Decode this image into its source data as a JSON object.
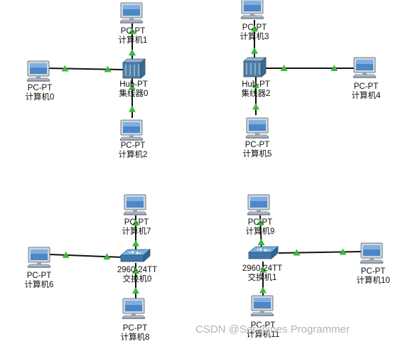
{
  "topology": {
    "devices": [
      {
        "id": "pc0",
        "type": "pc",
        "model": "PC-PT",
        "name": "计算机0"
      },
      {
        "id": "pc1",
        "type": "pc",
        "model": "PC-PT",
        "name": "计算机1"
      },
      {
        "id": "pc2",
        "type": "pc",
        "model": "PC-PT",
        "name": "计算机2"
      },
      {
        "id": "hub0",
        "type": "hub",
        "model": "Hub-PT",
        "name": "集线器0"
      },
      {
        "id": "pc3",
        "type": "pc",
        "model": "PC-PT",
        "name": "计算机3"
      },
      {
        "id": "pc4",
        "type": "pc",
        "model": "PC-PT",
        "name": "计算机4"
      },
      {
        "id": "pc5",
        "type": "pc",
        "model": "PC-PT",
        "name": "计算机5"
      },
      {
        "id": "hub2",
        "type": "hub",
        "model": "Hub-PT",
        "name": "集线器2"
      },
      {
        "id": "pc6",
        "type": "pc",
        "model": "PC-PT",
        "name": "计算机6"
      },
      {
        "id": "pc7",
        "type": "pc",
        "model": "PC-PT",
        "name": "计算机7"
      },
      {
        "id": "pc8",
        "type": "pc",
        "model": "PC-PT",
        "name": "计算机8"
      },
      {
        "id": "sw0",
        "type": "switch",
        "model": "2960-24TT",
        "name": "交换机0"
      },
      {
        "id": "pc9",
        "type": "pc",
        "model": "PC-PT",
        "name": "计算机9"
      },
      {
        "id": "pc10",
        "type": "pc",
        "model": "PC-PT",
        "name": "计算机10"
      },
      {
        "id": "pc11",
        "type": "pc",
        "model": "PC-PT",
        "name": "计算机11"
      },
      {
        "id": "sw1",
        "type": "switch",
        "model": "2960-24TT",
        "name": "交换机1"
      }
    ],
    "links": [
      [
        "pc0",
        "hub0"
      ],
      [
        "pc1",
        "hub0"
      ],
      [
        "pc2",
        "hub0"
      ],
      [
        "pc3",
        "hub2"
      ],
      [
        "pc4",
        "hub2"
      ],
      [
        "pc5",
        "hub2"
      ],
      [
        "pc6",
        "sw0"
      ],
      [
        "pc7",
        "sw0"
      ],
      [
        "pc8",
        "sw0"
      ],
      [
        "pc9",
        "sw1"
      ],
      [
        "pc10",
        "sw1"
      ],
      [
        "pc11",
        "sw1"
      ]
    ],
    "link_status_color": "#3cb83c",
    "cable_color": "#111111"
  },
  "watermark": "CSDN @Serapines Programmer"
}
